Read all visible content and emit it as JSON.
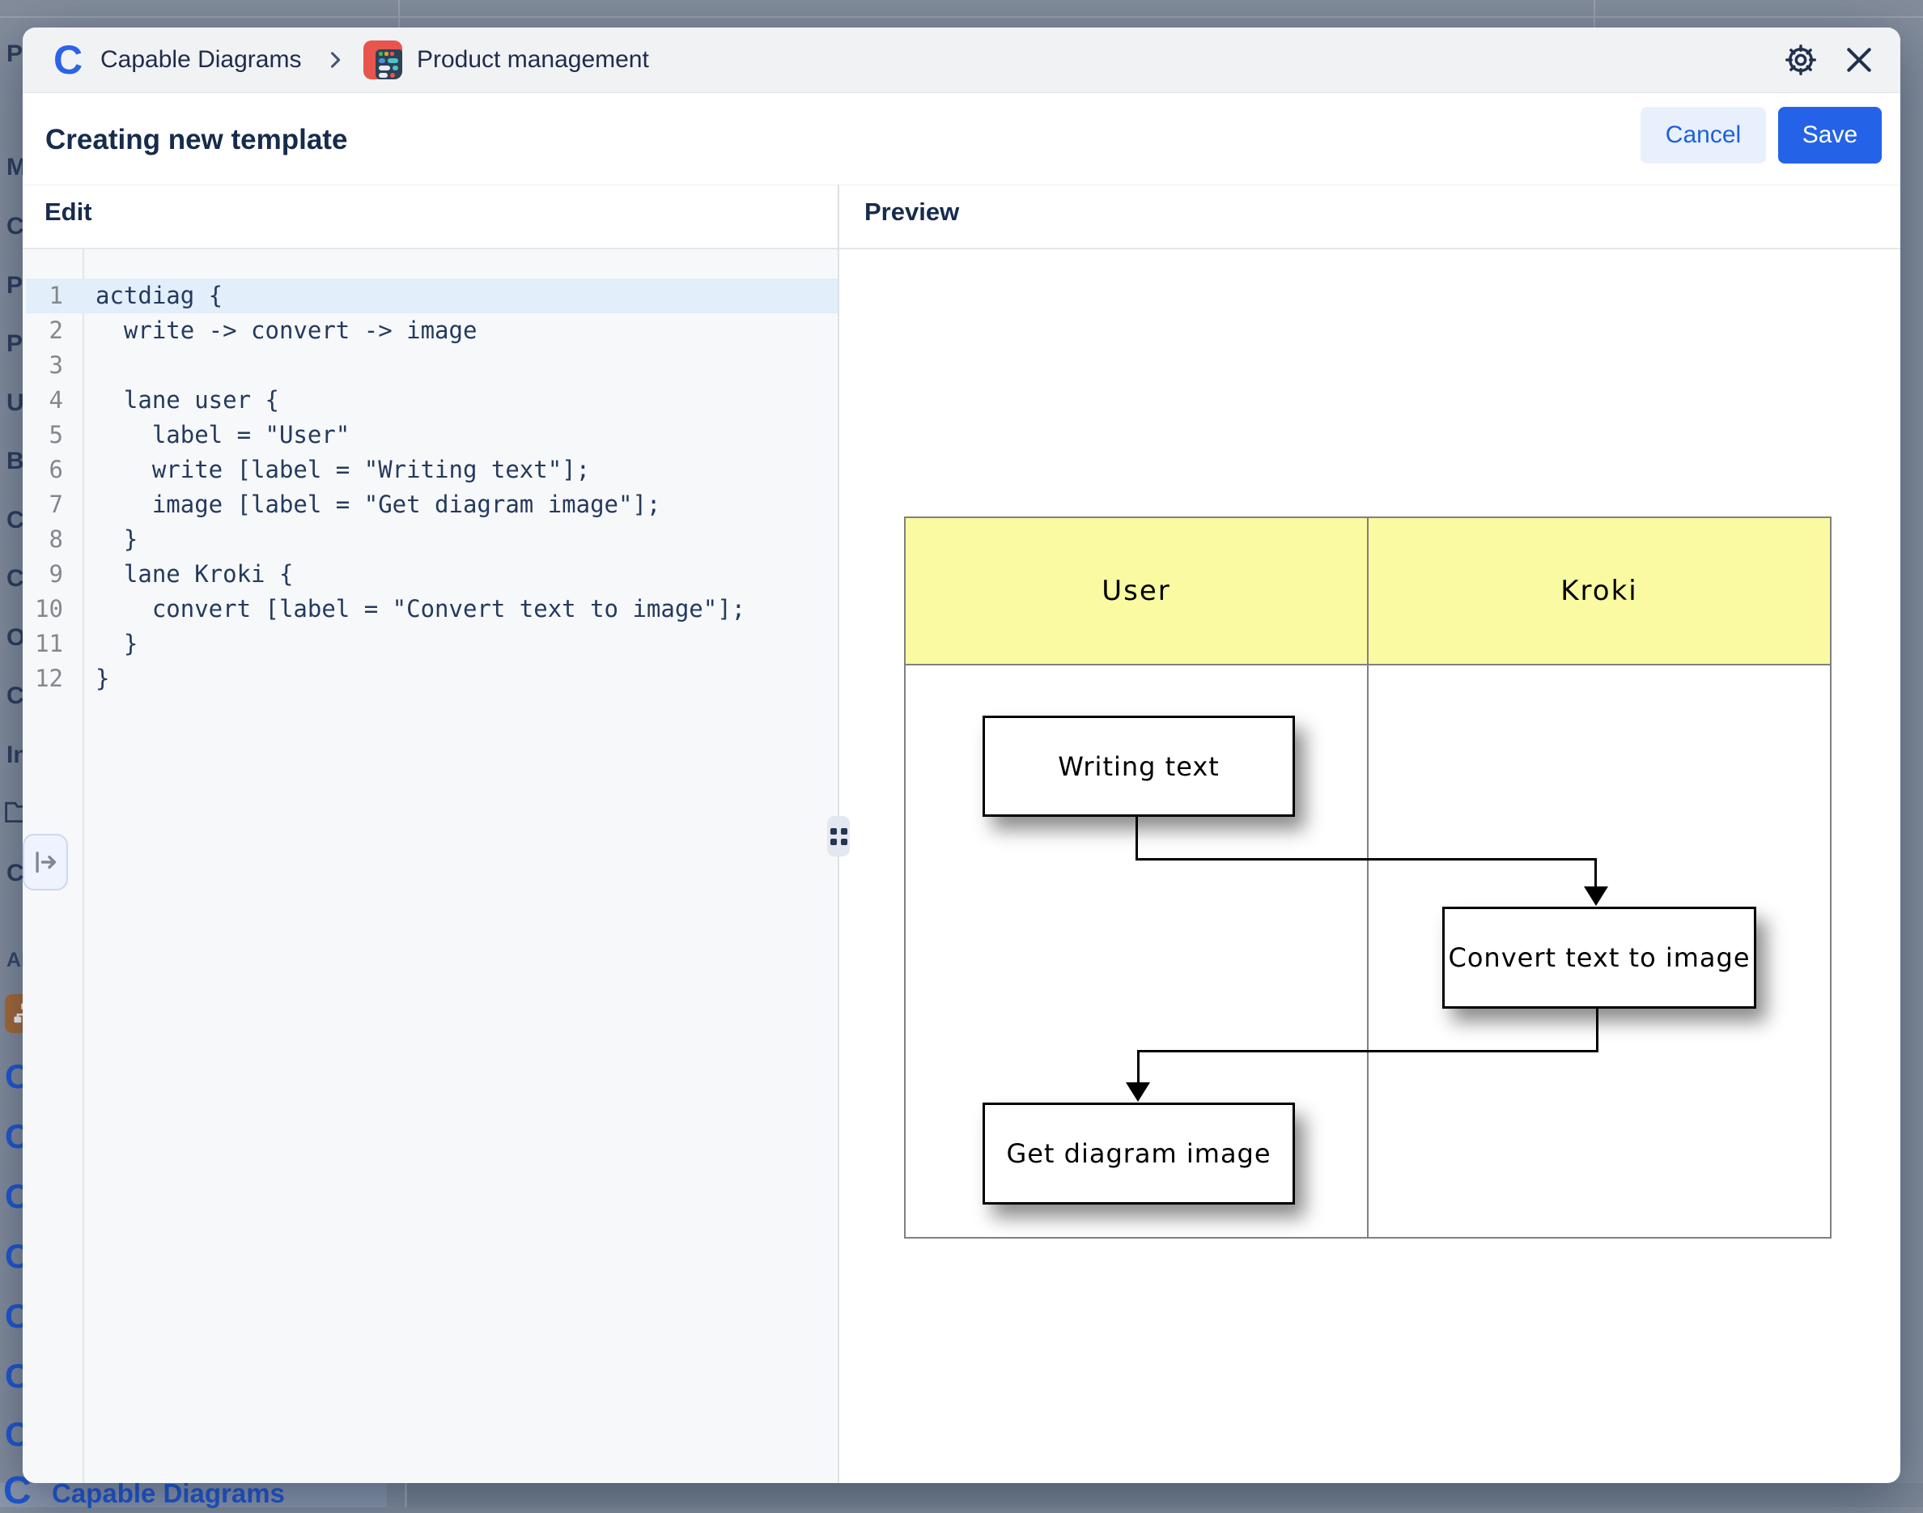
{
  "colors": {
    "accent_blue": "#2463e8",
    "link_blue": "#2157d2",
    "lane_header_yellow": "#fafaa2",
    "modal_header_gray": "#f1f2f4",
    "editor_bg": "#f7f8f9",
    "active_line_blue": "#e3eefb",
    "backdrop_gray": "#848d9b"
  },
  "backdrop": {
    "sidebar_fragments": [
      "Pr",
      "M",
      "Cl",
      "Pr",
      "Pr",
      "Ul",
      "By",
      "Ca",
      "Ca",
      "O",
      "Cl",
      "In",
      "Cl"
    ],
    "apps_section_fragment": "AP",
    "app_icon_letter": "C",
    "bottom_app_label": "Capable Diagrams"
  },
  "modal": {
    "breadcrumb": {
      "app_name": "Capable Diagrams",
      "page_name": "Product management"
    },
    "title": "Creating new template",
    "cancel_label": "Cancel",
    "save_label": "Save",
    "edit_panel_title": "Edit",
    "preview_panel_title": "Preview"
  },
  "editor": {
    "lines": [
      {
        "num": "1",
        "code": "actdiag {"
      },
      {
        "num": "2",
        "code": "  write -> convert -> image"
      },
      {
        "num": "3",
        "code": ""
      },
      {
        "num": "4",
        "code": "  lane user {"
      },
      {
        "num": "5",
        "code": "    label = \"User\""
      },
      {
        "num": "6",
        "code": "    write [label = \"Writing text\"];"
      },
      {
        "num": "7",
        "code": "    image [label = \"Get diagram image\"];"
      },
      {
        "num": "8",
        "code": "  }"
      },
      {
        "num": "9",
        "code": "  lane Kroki {"
      },
      {
        "num": "10",
        "code": "    convert [label = \"Convert text to image\"];"
      },
      {
        "num": "11",
        "code": "  }"
      },
      {
        "num": "12",
        "code": "}"
      }
    ]
  },
  "diagram": {
    "lanes": [
      {
        "label": "User"
      },
      {
        "label": "Kroki"
      }
    ],
    "nodes": [
      {
        "label": "Writing text"
      },
      {
        "label": "Convert text to image"
      },
      {
        "label": "Get diagram image"
      }
    ]
  }
}
